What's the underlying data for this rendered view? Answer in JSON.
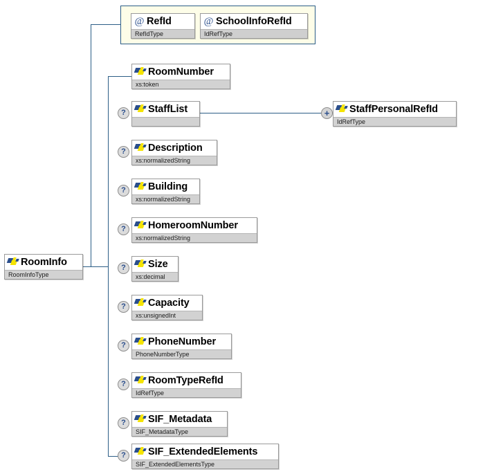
{
  "diagram": {
    "type": "xsd-schema-tree",
    "root": {
      "name": "RoomInfo",
      "type": "RoomInfoType",
      "icon": "element-icon",
      "occurrence": null
    },
    "attribute_group": {
      "name": "attribute-group",
      "attributes": [
        {
          "name": "RefId",
          "type": "RefIdType",
          "icon": "attribute-icon"
        },
        {
          "name": "SchoolInfoRefId",
          "type": "IdRefType",
          "icon": "attribute-icon"
        }
      ]
    },
    "elements": [
      {
        "name": "RoomNumber",
        "type": "xs:token",
        "icon": "element-icon",
        "occurrence": null,
        "occurrence_icon": null
      },
      {
        "name": "StaffList",
        "type": "",
        "icon": "element-icon",
        "occurrence": "?",
        "occurrence_icon": "optional-icon"
      },
      {
        "name": "Description",
        "type": "xs:normalizedString",
        "icon": "element-icon",
        "occurrence": "?",
        "occurrence_icon": "optional-icon"
      },
      {
        "name": "Building",
        "type": "xs:normalizedString",
        "icon": "element-icon",
        "occurrence": "?",
        "occurrence_icon": "optional-icon"
      },
      {
        "name": "HomeroomNumber",
        "type": "xs:normalizedString",
        "icon": "element-icon",
        "occurrence": "?",
        "occurrence_icon": "optional-icon"
      },
      {
        "name": "Size",
        "type": "xs:decimal",
        "icon": "element-icon",
        "occurrence": "?",
        "occurrence_icon": "optional-icon"
      },
      {
        "name": "Capacity",
        "type": "xs:unsignedInt",
        "icon": "element-icon",
        "occurrence": "?",
        "occurrence_icon": "optional-icon"
      },
      {
        "name": "PhoneNumber",
        "type": "PhoneNumberType",
        "icon": "element-icon",
        "occurrence": "?",
        "occurrence_icon": "optional-icon"
      },
      {
        "name": "RoomTypeRefId",
        "type": "IdRefType",
        "icon": "element-icon",
        "occurrence": "?",
        "occurrence_icon": "optional-icon"
      },
      {
        "name": "SIF_Metadata",
        "type": "SIF_MetadataType",
        "icon": "element-icon",
        "occurrence": "?",
        "occurrence_icon": "optional-icon"
      },
      {
        "name": "SIF_ExtendedElements",
        "type": "SIF_ExtendedElementsType",
        "icon": "element-icon",
        "occurrence": "?",
        "occurrence_icon": "optional-icon"
      }
    ],
    "child_of_stafflist": {
      "name": "StaffPersonalRefId",
      "type": "IdRefType",
      "icon": "element-icon",
      "occurrence": "+",
      "occurrence_icon": "expand-icon"
    },
    "colors": {
      "line": "#2b5d86",
      "box_border": "#9a9a9a",
      "typebar": "#d2d2d2",
      "attr_group_bg": "#fdfde8",
      "attr_group_border": "#2b5d86",
      "icon_blue": "#2a4e8c",
      "icon_yellow": "#f5e400",
      "marker_text": "#2a4e8c"
    }
  }
}
